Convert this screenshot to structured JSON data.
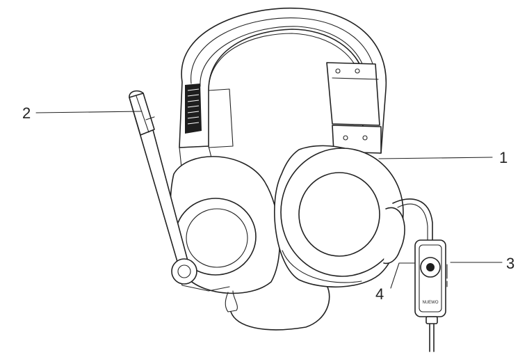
{
  "callouts": [
    {
      "id": "1",
      "label": "1"
    },
    {
      "id": "2",
      "label": "2"
    },
    {
      "id": "3",
      "label": "3"
    },
    {
      "id": "4",
      "label": "4"
    }
  ],
  "remote_logo": "NUEWO",
  "colors": {
    "line": "#222222",
    "background": "#ffffff"
  }
}
